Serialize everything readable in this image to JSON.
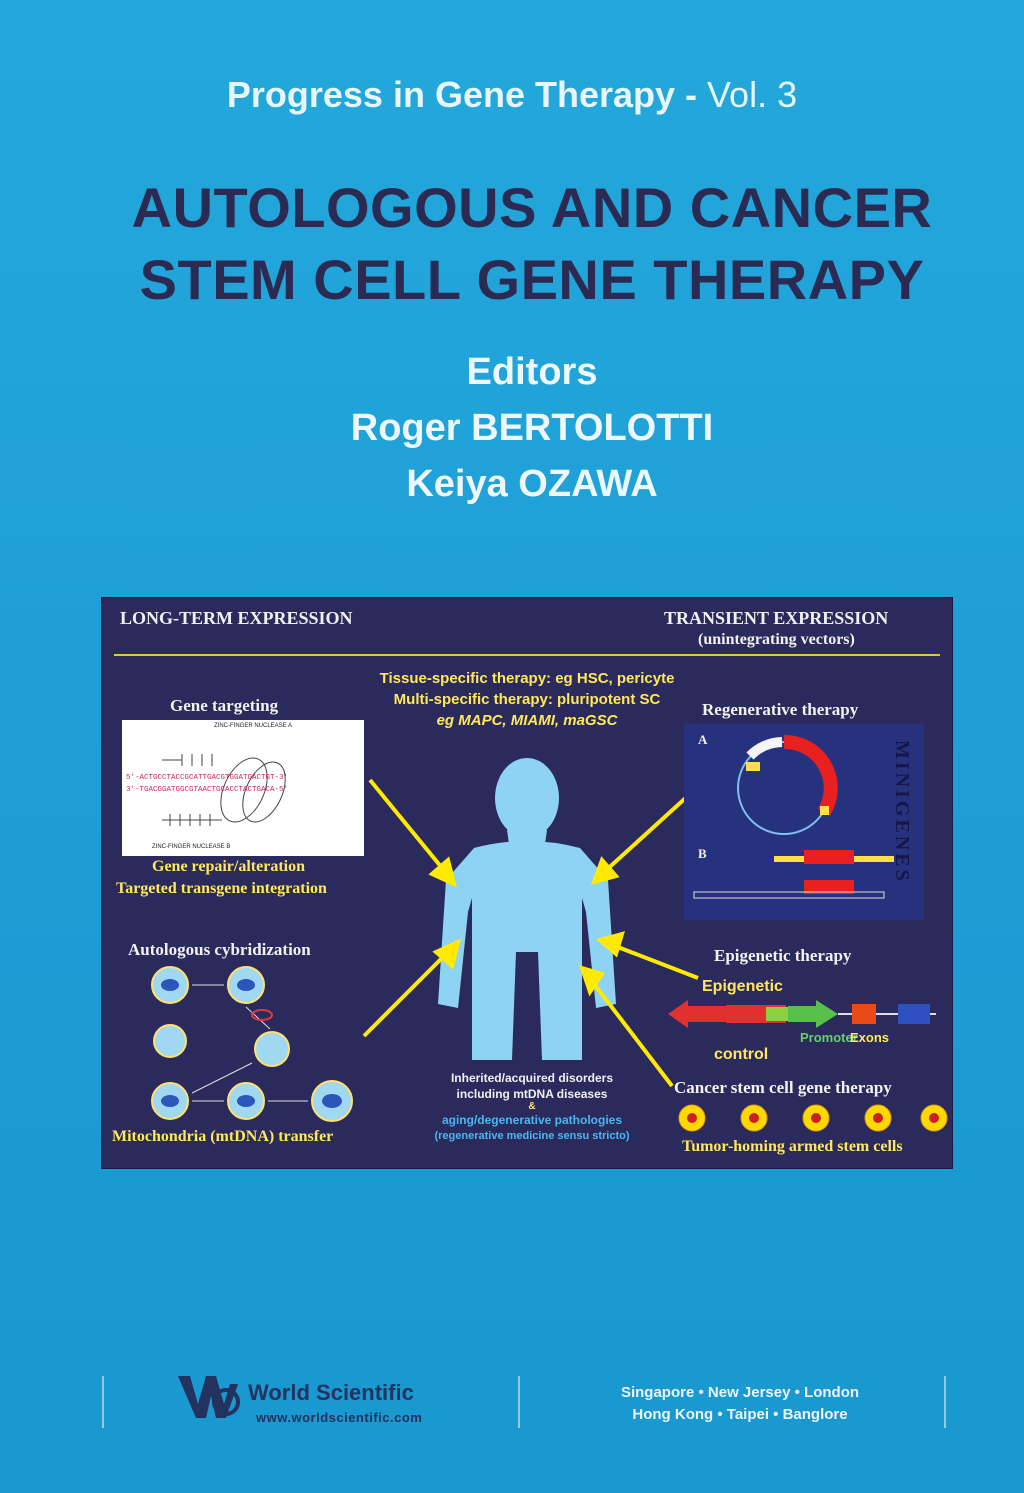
{
  "series": {
    "name": "Progress in Gene Therapy - ",
    "volume": "Vol. 3"
  },
  "title": {
    "line1": "AUTOLOGOUS AND CANCER",
    "line2": "STEM CELL GENE THERAPY"
  },
  "editors": {
    "heading": "Editors",
    "names": [
      "Roger BERTOLOTTI",
      "Keiya OZAWA"
    ]
  },
  "figure": {
    "long_term": "LONG-TERM EXPRESSION",
    "transient": "TRANSIENT EXPRESSION",
    "transient_sub": "(unintegrating vectors)",
    "center_lines": [
      "Tissue-specific therapy: eg HSC, pericyte",
      "Multi-specific therapy: pluripotent SC",
      "eg MAPC, MIAMI, maGSC"
    ],
    "gene_targeting": "Gene targeting",
    "gene_repair": "Gene repair/alteration",
    "targeted_integration": "Targeted transgene integration",
    "zf_a": "ZINC-FINGER NUCLEASE A",
    "zf_b": "ZINC-FINGER NUCLEASE B",
    "seq_top": "5'-ACTGCCTACCGCATTGACGTGGATGACTGT-3'",
    "seq_bot": "3'-TGACGGATGGCGTAACTGCACCTACTGACA-5'",
    "regenerative": "Regenerative  therapy",
    "minigenes": "MINIGENES",
    "label_a": "A",
    "label_b": "B",
    "autologous": "Autologous cybridization",
    "mito": "Mitochondria (mtDNA) transfer",
    "epigenetic_therapy": "Epigenetic therapy",
    "epigenetic": "Epigenetic",
    "promoter": "Promoter",
    "control": "control",
    "exons": "Exons",
    "cancer_sc": "Cancer stem cell gene therapy",
    "tumor_homing": "Tumor-homing armed stem cells",
    "inherited": "Inherited/acquired disorders",
    "including": "including mtDNA diseases",
    "amp": "&",
    "aging": "aging/degenerative pathologies",
    "regen_med": "(regenerative medicine sensu stricto)"
  },
  "publisher": {
    "name": "World Scientific",
    "url": "www.worldscientific.com",
    "locations1": "Singapore • New Jersey • London",
    "locations2": "Hong Kong • Taipei • Banglore"
  },
  "colors": {
    "cover": "#1ea0d6",
    "title": "#2b2a52",
    "panel": "#2a2a5c",
    "accent_yellow": "#ffe85a",
    "figure_blue": "#8fd3f4"
  }
}
